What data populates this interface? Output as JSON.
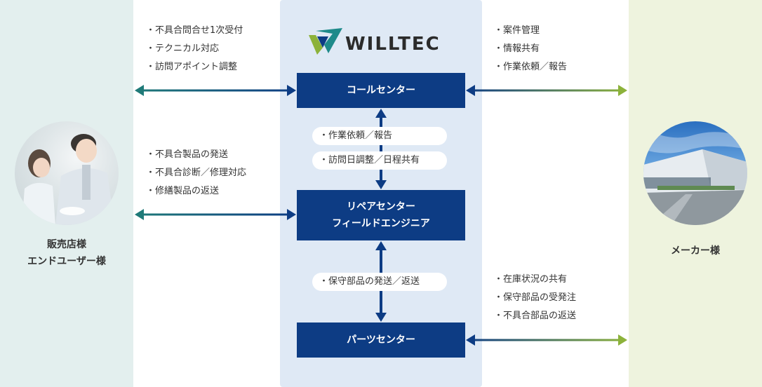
{
  "left_panel": {
    "label_line1": "販売店様",
    "label_line2": "エンドユーザー様"
  },
  "right_panel": {
    "label": "メーカー様"
  },
  "logo": {
    "text": "WILLTEC"
  },
  "boxes": {
    "call_center": "コールセンター",
    "repair_line1": "リペアセンター",
    "repair_line2": "フィールドエンジニア",
    "parts_center": "パーツセンター"
  },
  "left_lists": {
    "call": [
      "不具合問合せ1次受付",
      "テクニカル対応",
      "訪問アポイント調整"
    ],
    "repair": [
      "不具合製品の発送",
      "不具合診断／修理対応",
      "修繕製品の返送"
    ]
  },
  "right_lists": {
    "call": [
      "案件管理",
      "情報共有",
      "作業依頼／報告"
    ],
    "parts": [
      "在庫状況の共有",
      "保守部品の受発注",
      "不具合部品の返送"
    ]
  },
  "pills": {
    "work_request": "・作業依頼／報告",
    "visit_schedule": "・訪問日調整／日程共有",
    "parts_shipping": "・保守部品の発送／返送"
  },
  "colors": {
    "box_navy": "#0d3c84",
    "arrow_teal": "#1f7a78",
    "arrow_green": "#8cb23a",
    "left_bg": "#e3efee",
    "center_bg": "#dfe9f5",
    "right_bg": "#eef3de"
  }
}
